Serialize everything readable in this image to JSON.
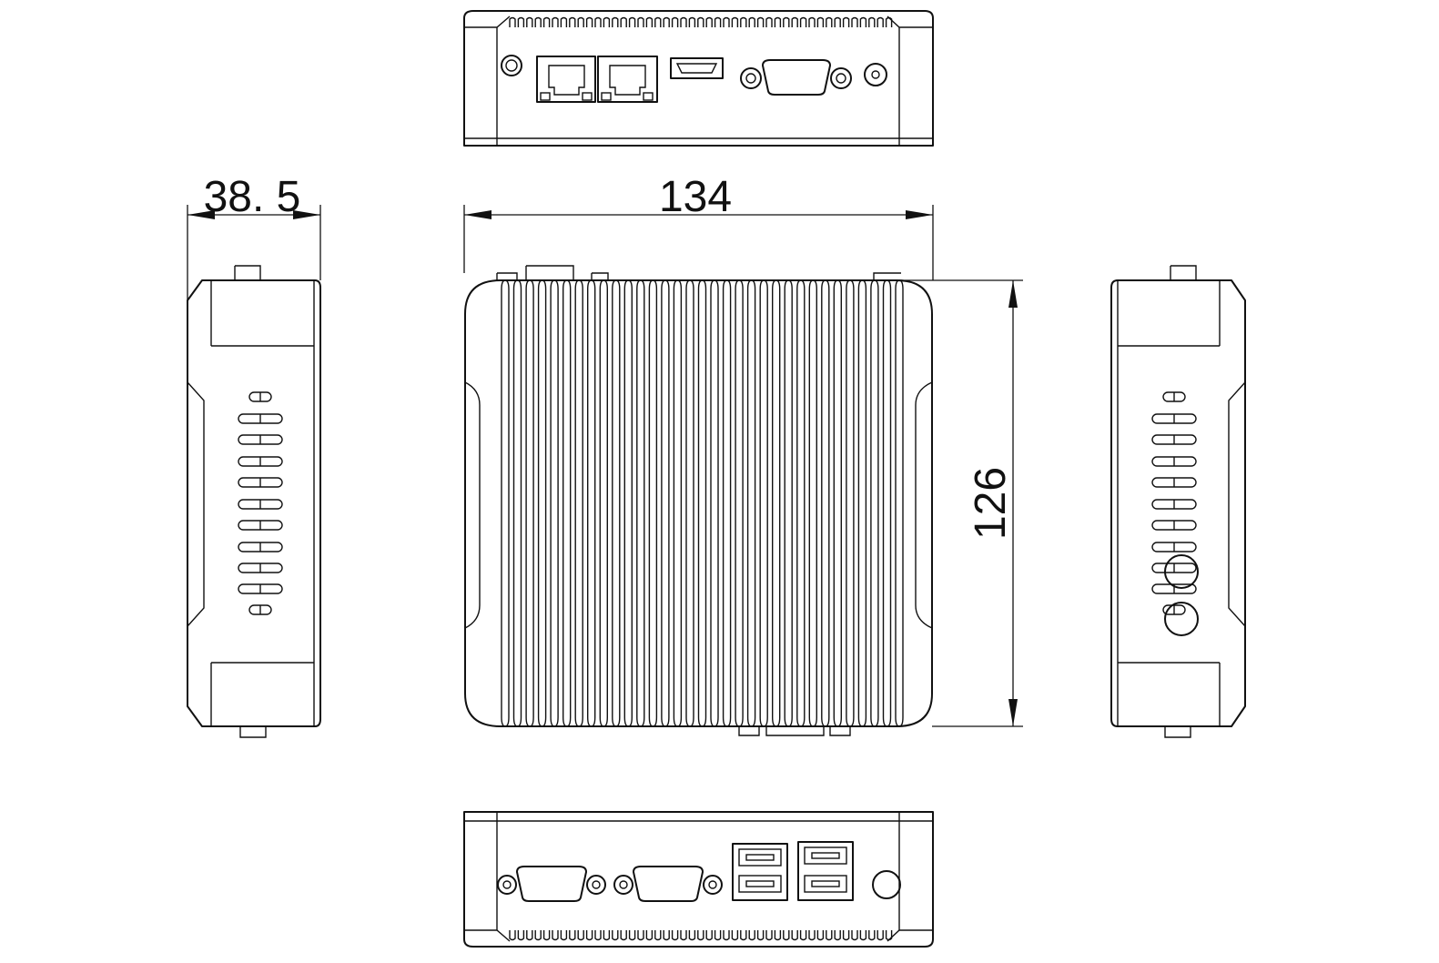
{
  "dimensions": {
    "width": "134",
    "height": "126",
    "depth": "38. 5"
  },
  "colors": {
    "line": "#111111",
    "background": "#ffffff"
  }
}
